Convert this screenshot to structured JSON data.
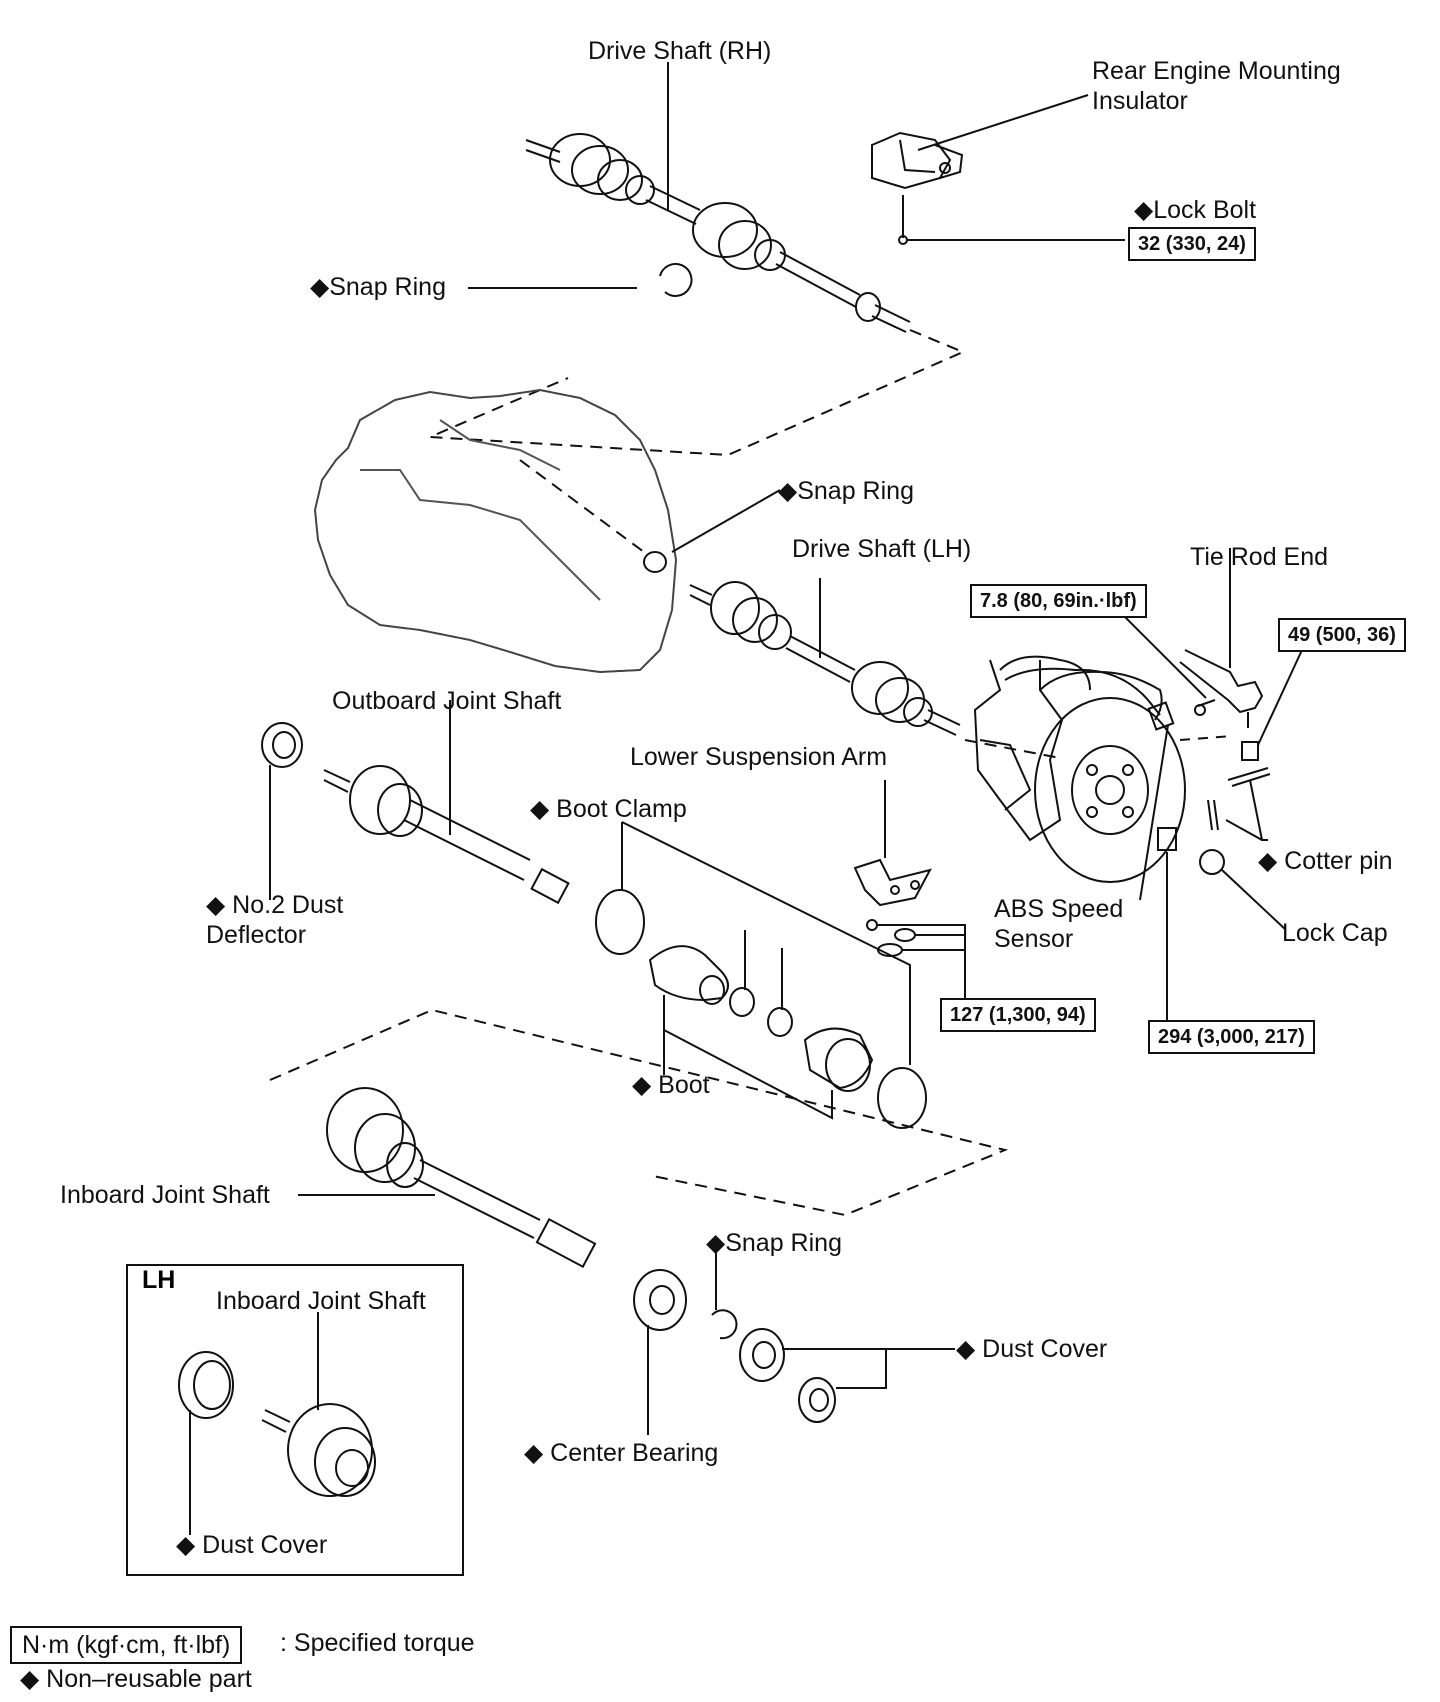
{
  "labels": {
    "drive_shaft_rh": "Drive Shaft (RH)",
    "rear_engine_mount": "Rear Engine Mounting Insulator",
    "lock_bolt": "◆Lock Bolt",
    "snap_ring_top": "◆Snap Ring",
    "snap_ring_mid": "◆Snap Ring",
    "drive_shaft_lh": "Drive Shaft (LH)",
    "tie_rod_end": "Tie Rod End",
    "outboard_joint_shaft": "Outboard Joint Shaft",
    "lower_suspension_arm": "Lower Suspension Arm",
    "boot_clamp": "◆ Boot Clamp",
    "no2_dust_deflector": "◆ No.2 Dust Deflector",
    "abs_speed_sensor": "ABS Speed Sensor",
    "cotter_pin": "◆ Cotter pin",
    "lock_cap": "Lock Cap",
    "boot": "◆ Boot",
    "inboard_joint_shaft": "Inboard Joint Shaft",
    "snap_ring_low": "◆Snap Ring",
    "dust_cover": "◆ Dust Cover",
    "center_bearing": "◆ Center Bearing",
    "lh_title": "LH",
    "lh_inboard_joint_shaft": "Inboard Joint Shaft",
    "lh_dust_cover": "◆ Dust Cover"
  },
  "torque": {
    "lock_bolt": "32 (330, 24)",
    "abs_bolt": "7.8 (80, 69in.·lbf)",
    "tie_rod_nut": "49 (500, 36)",
    "lower_arm": "127 (1,300, 94)",
    "hub_nut": "294 (3,000, 217)"
  },
  "legend": {
    "torque_units": "N·m (kgf·cm, ft·lbf)",
    "torque_desc": ": Specified torque",
    "nonreusable": "◆ Non–reusable part"
  }
}
